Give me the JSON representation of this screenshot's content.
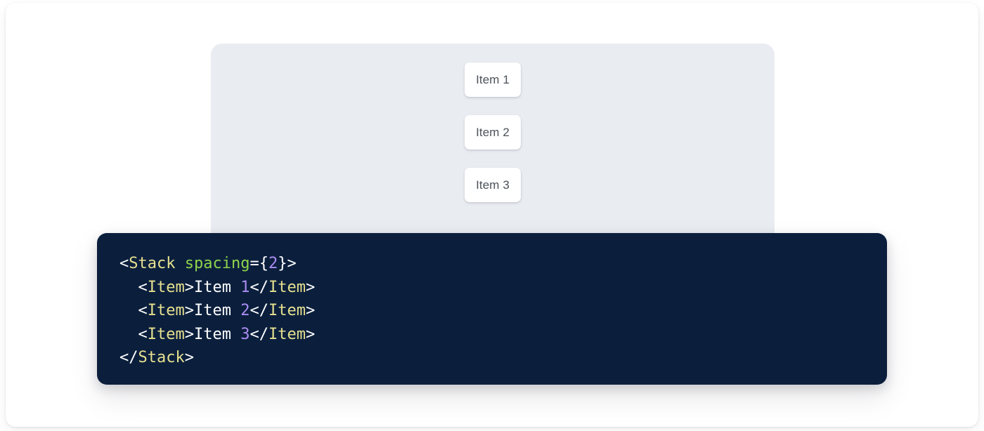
{
  "preview": {
    "component": "Stack",
    "spacing": "2",
    "items": [
      {
        "label": "Item 1"
      },
      {
        "label": "Item 2"
      },
      {
        "label": "Item 3"
      }
    ]
  },
  "code": {
    "language": "jsx",
    "lines": [
      {
        "indent": "",
        "tokens": [
          {
            "t": "<",
            "k": "punct"
          },
          {
            "t": "Stack",
            "k": "tag"
          },
          {
            "t": " ",
            "k": "punct"
          },
          {
            "t": "spacing",
            "k": "attr"
          },
          {
            "t": "={",
            "k": "punct"
          },
          {
            "t": "2",
            "k": "num"
          },
          {
            "t": "}>",
            "k": "punct"
          }
        ]
      },
      {
        "indent": "  ",
        "tokens": [
          {
            "t": "<",
            "k": "punct"
          },
          {
            "t": "Item",
            "k": "tag"
          },
          {
            "t": ">",
            "k": "punct"
          },
          {
            "t": "Item ",
            "k": "text"
          },
          {
            "t": "1",
            "k": "num"
          },
          {
            "t": "</",
            "k": "punct"
          },
          {
            "t": "Item",
            "k": "tag"
          },
          {
            "t": ">",
            "k": "punct"
          }
        ]
      },
      {
        "indent": "  ",
        "tokens": [
          {
            "t": "<",
            "k": "punct"
          },
          {
            "t": "Item",
            "k": "tag"
          },
          {
            "t": ">",
            "k": "punct"
          },
          {
            "t": "Item ",
            "k": "text"
          },
          {
            "t": "2",
            "k": "num"
          },
          {
            "t": "</",
            "k": "punct"
          },
          {
            "t": "Item",
            "k": "tag"
          },
          {
            "t": ">",
            "k": "punct"
          }
        ]
      },
      {
        "indent": "  ",
        "tokens": [
          {
            "t": "<",
            "k": "punct"
          },
          {
            "t": "Item",
            "k": "tag"
          },
          {
            "t": ">",
            "k": "punct"
          },
          {
            "t": "Item ",
            "k": "text"
          },
          {
            "t": "3",
            "k": "num"
          },
          {
            "t": "</",
            "k": "punct"
          },
          {
            "t": "Item",
            "k": "tag"
          },
          {
            "t": ">",
            "k": "punct"
          }
        ]
      },
      {
        "indent": "",
        "tokens": [
          {
            "t": "</",
            "k": "punct"
          },
          {
            "t": "Stack",
            "k": "tag"
          },
          {
            "t": ">",
            "k": "punct"
          }
        ]
      }
    ]
  },
  "colors": {
    "page_background": "#ffffff",
    "preview_background": "#e9ecf1",
    "item_background": "#ffffff",
    "item_text": "#4b5159",
    "code_background": "#0b1f3d",
    "code_punctuation": "#ffffff",
    "code_tag": "#e6e08f",
    "code_attribute": "#8ed44a",
    "code_number": "#ab8cf2",
    "code_text": "#ffffff"
  }
}
